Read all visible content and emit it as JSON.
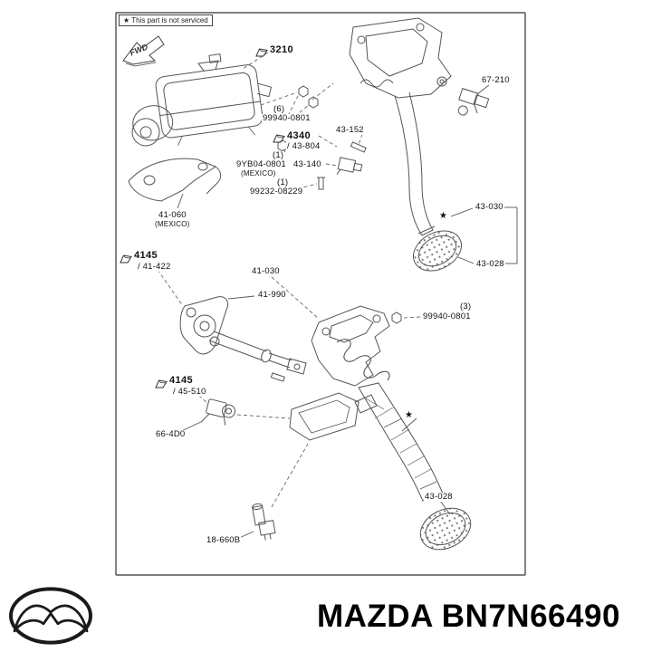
{
  "header": {
    "note": "★ This part is not serviced",
    "fwd": "FWD"
  },
  "callouts": {
    "c3210": "3210",
    "c99940_6_qty": "(6)",
    "c99940_6": "99940-0801",
    "c4340": "4340",
    "c4340_sub": "/ 43-804",
    "c43152": "43-152",
    "c43140": "43-140",
    "c9yb04_qty": "(1)",
    "c9yb04": "9YB04-0801",
    "c9yb04_origin": "(MEXICO)",
    "c99232_qty": "(1)",
    "c99232": "99232-08229",
    "c67210": "67-210",
    "c43030": "43-030",
    "c43028_upper": "43-028",
    "c41060": "41-060",
    "c41060_origin": "(MEXICO)",
    "c4145a": "4145",
    "c4145a_sub": "/ 41-422",
    "c41030": "41-030",
    "c41990": "41-990",
    "c99940_3_qty": "(3)",
    "c99940_3": "99940-0801",
    "c4145b": "4145",
    "c4145b_sub": "/ 45-510",
    "c664d0": "66-4D0",
    "c18660b": "18-660B",
    "c43028_lower": "43-028",
    "star": "★"
  },
  "footer": {
    "title": "MAZDA BN7N66490"
  },
  "colors": {
    "background": "#ffffff",
    "line": "#555555",
    "label": "#111111"
  }
}
